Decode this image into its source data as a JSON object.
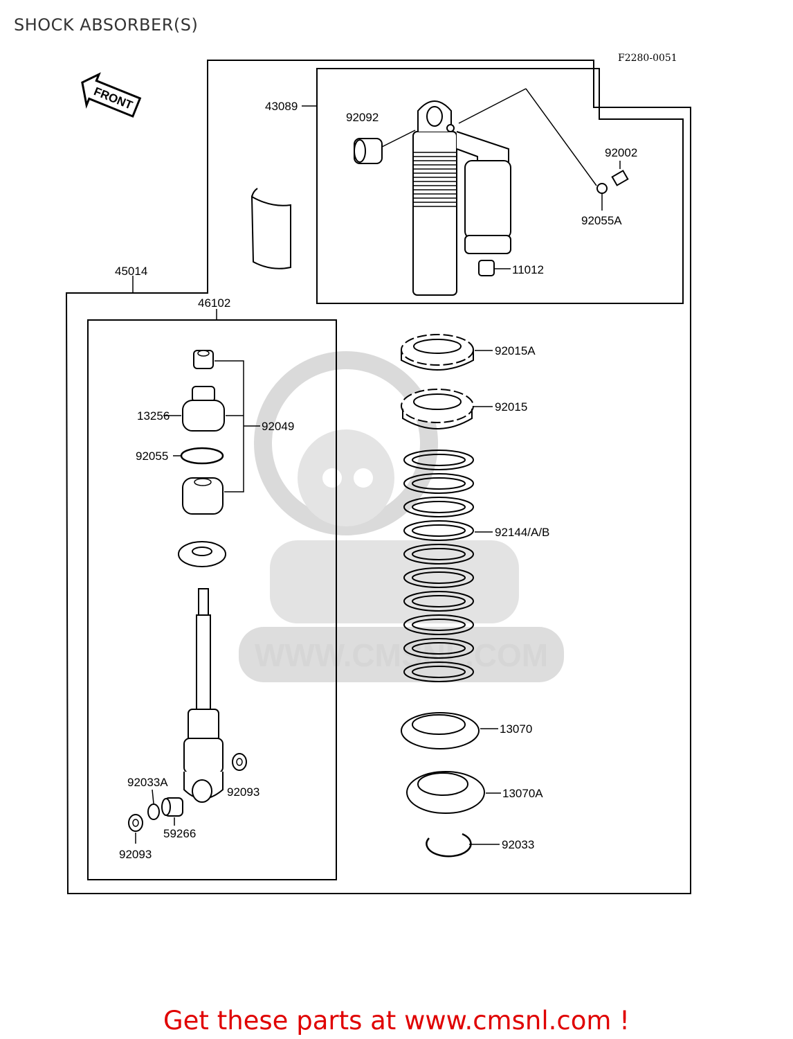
{
  "page": {
    "title": "SHOCK ABSORBER(S)",
    "figure_ref": "F2280-0051",
    "front_arrow_label": "FRONT"
  },
  "watermark": {
    "text": "WWW.CMSNL.COM",
    "color": "#d2d2d2"
  },
  "parts": {
    "p45014": "45014",
    "p46102": "46102",
    "p43089": "43089",
    "p92092": "92092",
    "p92002": "92002",
    "p92055A": "92055A",
    "p11012": "11012",
    "p92015A": "92015A",
    "p92015": "92015",
    "p92144": "92144/A/B",
    "p13070": "13070",
    "p13070A": "13070A",
    "p92033": "92033",
    "p13256": "13256",
    "p92049": "92049",
    "p92055": "92055",
    "p92033A": "92033A",
    "p92093a": "92093",
    "p92093b": "92093",
    "p59266": "59266"
  },
  "cta": {
    "text": "Get these parts at www.cmsnl.com !",
    "color": "#e00000"
  }
}
